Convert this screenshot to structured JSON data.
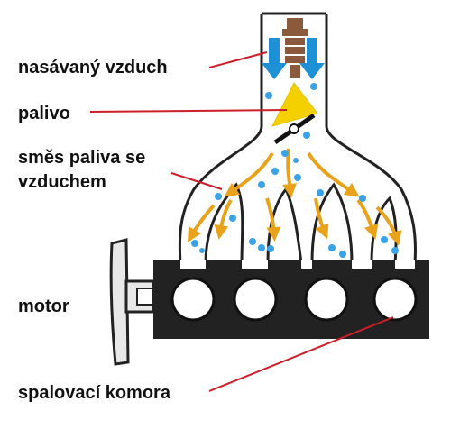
{
  "labels": {
    "intake_air": "nasávaný vzduch",
    "fuel": "palivo",
    "mixture_line1": "směs paliva se",
    "mixture_line2": "vzduchem",
    "engine": "motor",
    "combustion_chamber": "spalovací komora"
  },
  "colors": {
    "leader_line": "#cc1f2a",
    "air_arrow": "#1e90d6",
    "mixture_arrow": "#e8a21c",
    "fuel_spray": "#f4d000",
    "droplet": "#3aa3e8",
    "outline": "#222222",
    "engine_block": "#222222",
    "injector": "#8b5a3c"
  },
  "icons": [
    "injector-icon",
    "throttle-valve-icon",
    "air-flow-arrow-icon",
    "mixture-flow-arrow-icon",
    "fuel-droplet-icon"
  ]
}
